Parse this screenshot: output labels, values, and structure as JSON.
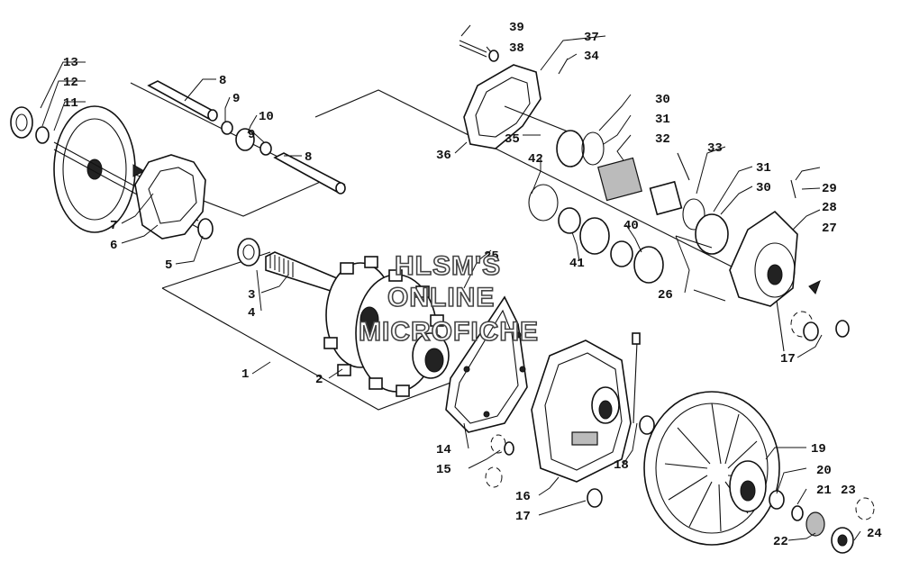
{
  "watermark": {
    "line1": "HLSM'S",
    "line2": "ONLINE",
    "line3": "MICROFICHE"
  },
  "callouts": [
    "1",
    "2",
    "3",
    "4",
    "5",
    "6",
    "7",
    "8",
    "9",
    "10",
    "11",
    "12",
    "13",
    "14",
    "15",
    "16",
    "17",
    "18",
    "19",
    "20",
    "21",
    "22",
    "23",
    "24",
    "25",
    "26",
    "27",
    "28",
    "29",
    "30",
    "31",
    "32",
    "33",
    "34",
    "35",
    "36",
    "37",
    "38",
    "39",
    "40",
    "41",
    "42"
  ]
}
